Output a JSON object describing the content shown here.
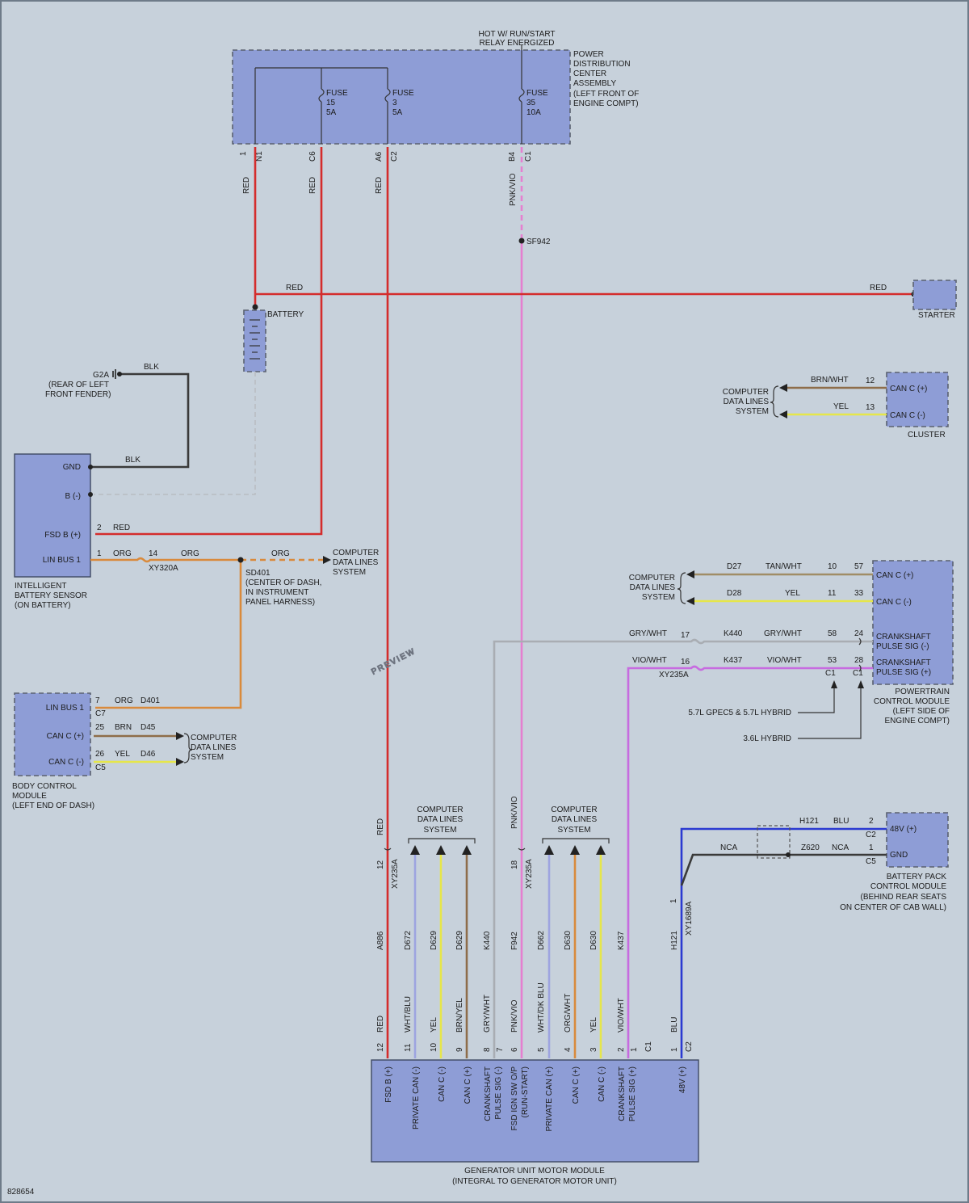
{
  "labels": {
    "hot_run": "HOT W/ RUN/START",
    "relay": "RELAY ENERGIZED",
    "pdc_1": "POWER",
    "pdc_2": "DISTRIBUTION",
    "pdc_3": "CENTER",
    "pdc_4": "ASSEMBLY",
    "pdc_5": "(LEFT FRONT OF",
    "pdc_6": "ENGINE COMPT)",
    "fuse": "FUSE",
    "fuse15": "15",
    "fuse15_a": "5A",
    "fuse3": "3",
    "fuse3_a": "5A",
    "fuse35": "35",
    "fuse35_a": "10A",
    "n1_pin": "1",
    "n1": "N1",
    "c6": "C6",
    "a6": "A6",
    "c2": "C2",
    "b4": "B4",
    "c1": "C1",
    "red": "RED",
    "pnkvio": "PNK/VIO",
    "sf942": "SF942",
    "battery": "BATTERY",
    "starter": "STARTER",
    "g2a": "G2A",
    "g2a_1": "(REAR OF LEFT",
    "g2a_2": "FRONT FENDER)",
    "blk": "BLK",
    "ibs_gnd": "GND",
    "ibs_b": "B (-)",
    "ibs_fsd": "FSD B (+)",
    "ibs_lin": "LIN BUS 1",
    "ibs_1": "INTELLIGENT",
    "ibs_2": "BATTERY SENSOR",
    "ibs_3": "(ON BATTERY)",
    "pin2": "2",
    "pin1": "1",
    "org": "ORG",
    "pin14": "14",
    "xy320a": "XY320A",
    "sd401": "SD401",
    "sd401_1": "(CENTER OF DASH,",
    "sd401_2": "IN INSTRUMENT",
    "sd401_3": "PANEL HARNESS)",
    "cdl_1": "COMPUTER",
    "cdl_2": "DATA LINES",
    "cdl_3": "SYSTEM",
    "cluster_can_p": "CAN C (+)",
    "cluster_can_m": "CAN C (-)",
    "cluster": "CLUSTER",
    "brnwht": "BRN/WHT",
    "yel": "YEL",
    "pin12": "12",
    "pin13": "13",
    "preview": "PREVIEW",
    "pcm_d27": "D27",
    "tanwht": "TAN/WHT",
    "pin10": "10",
    "pin57": "57",
    "pcm_d28": "D28",
    "pin11": "11",
    "pin33": "33",
    "gry_wht": "GRY/WHT",
    "pin17": "17",
    "k440": "K440",
    "pin58": "58",
    "pin24": "24",
    "vio_wht": "VIO/WHT",
    "pin16": "16",
    "k437": "K437",
    "pin53": "53",
    "pin28": "28",
    "xy235a": "XY235A",
    "pcm_c1a": "C1",
    "pcm_c1b": "C1",
    "crank_m1": "CRANKSHAFT",
    "crank_m2": "PULSE SIG (-)",
    "crank_p1": "CRANKSHAFT",
    "crank_p2": "PULSE SIG (+)",
    "pcm_1": "POWERTRAIN",
    "pcm_2": "CONTROL MODULE",
    "pcm_3": "(LEFT SIDE OF",
    "pcm_4": "ENGINE COMPT)",
    "hyb57": "5.7L GPEC5 & 5.7L HYBRID",
    "hyb36": "3.6L HYBRID",
    "bcm_lin": "LIN BUS 1",
    "bcm_canp": "CAN C (+)",
    "bcm_canm": "CAN C (-)",
    "pin7": "7",
    "d401": "D401",
    "c7": "C7",
    "pin25": "25",
    "brn": "BRN",
    "d45": "D45",
    "pin26": "26",
    "d46": "D46",
    "c5": "C5",
    "bcm_1": "BODY CONTROL",
    "bcm_2": "MODULE",
    "bcm_3": "(LEFT END OF DASH)",
    "h121": "H121",
    "blu": "BLU",
    "nca": "NCA",
    "z620": "Z620",
    "bpcm_48": "48V (+)",
    "bpcm_gnd": "GND",
    "bpcm_c2": "C2",
    "bpcm_c5": "C5",
    "bpcm_1": "BATTERY PACK",
    "bpcm_2": "CONTROL MODULE",
    "bpcm_3": "(BEHIND REAR SEATS",
    "bpcm_4": "ON CENTER OF CAB WALL)",
    "xy1689a": "XY1689A",
    "pin18": "18",
    "a886": "A886",
    "d672": "D672",
    "d629": "D629",
    "f942": "F942",
    "d662": "D662",
    "d630": "D630",
    "whtblu": "WHT/BLU",
    "brnyel": "BRN/YEL",
    "whtdkblu": "WHT/DK BLU",
    "orgwht": "ORG/WHT",
    "viowht": "VIO/WHT",
    "pin9": "9",
    "pin8": "8",
    "pin6": "6",
    "pin5": "5",
    "pin4": "4",
    "pin3": "3",
    "gum_fsd": "FSD B (+)",
    "gum_pcan_m": "PRIVATE CAN (-)",
    "gum_can_m": "CAN C (-)",
    "gum_can_p": "CAN C (+)",
    "gum_crank_m1": "CRANKSHAFT",
    "gum_crank_m2": "PULSE SIG (-)",
    "gum_ign1": "FSD IGN SW O/P",
    "gum_ign2": "(RUN-START)",
    "gum_pcan_p": "PRIVATE CAN (+)",
    "gum_can_p2": "CAN C (+)",
    "gum_can_m2": "CAN C (-)",
    "gum_crank_p1": "CRANKSHAFT",
    "gum_crank_p2": "PULSE SIG (+)",
    "gum_48": "48V (+)",
    "gum_1": "GENERATOR UNIT MOTOR MODULE",
    "gum_2": "(INTEGRAL TO GENERATOR MOTOR UNIT)",
    "figno": "828654"
  },
  "colors": {
    "red": "#d42c2c",
    "pink": "#e57fd0",
    "orange": "#d98a3c",
    "blue": "#2b3ad1",
    "component": "#8e9dd6"
  }
}
